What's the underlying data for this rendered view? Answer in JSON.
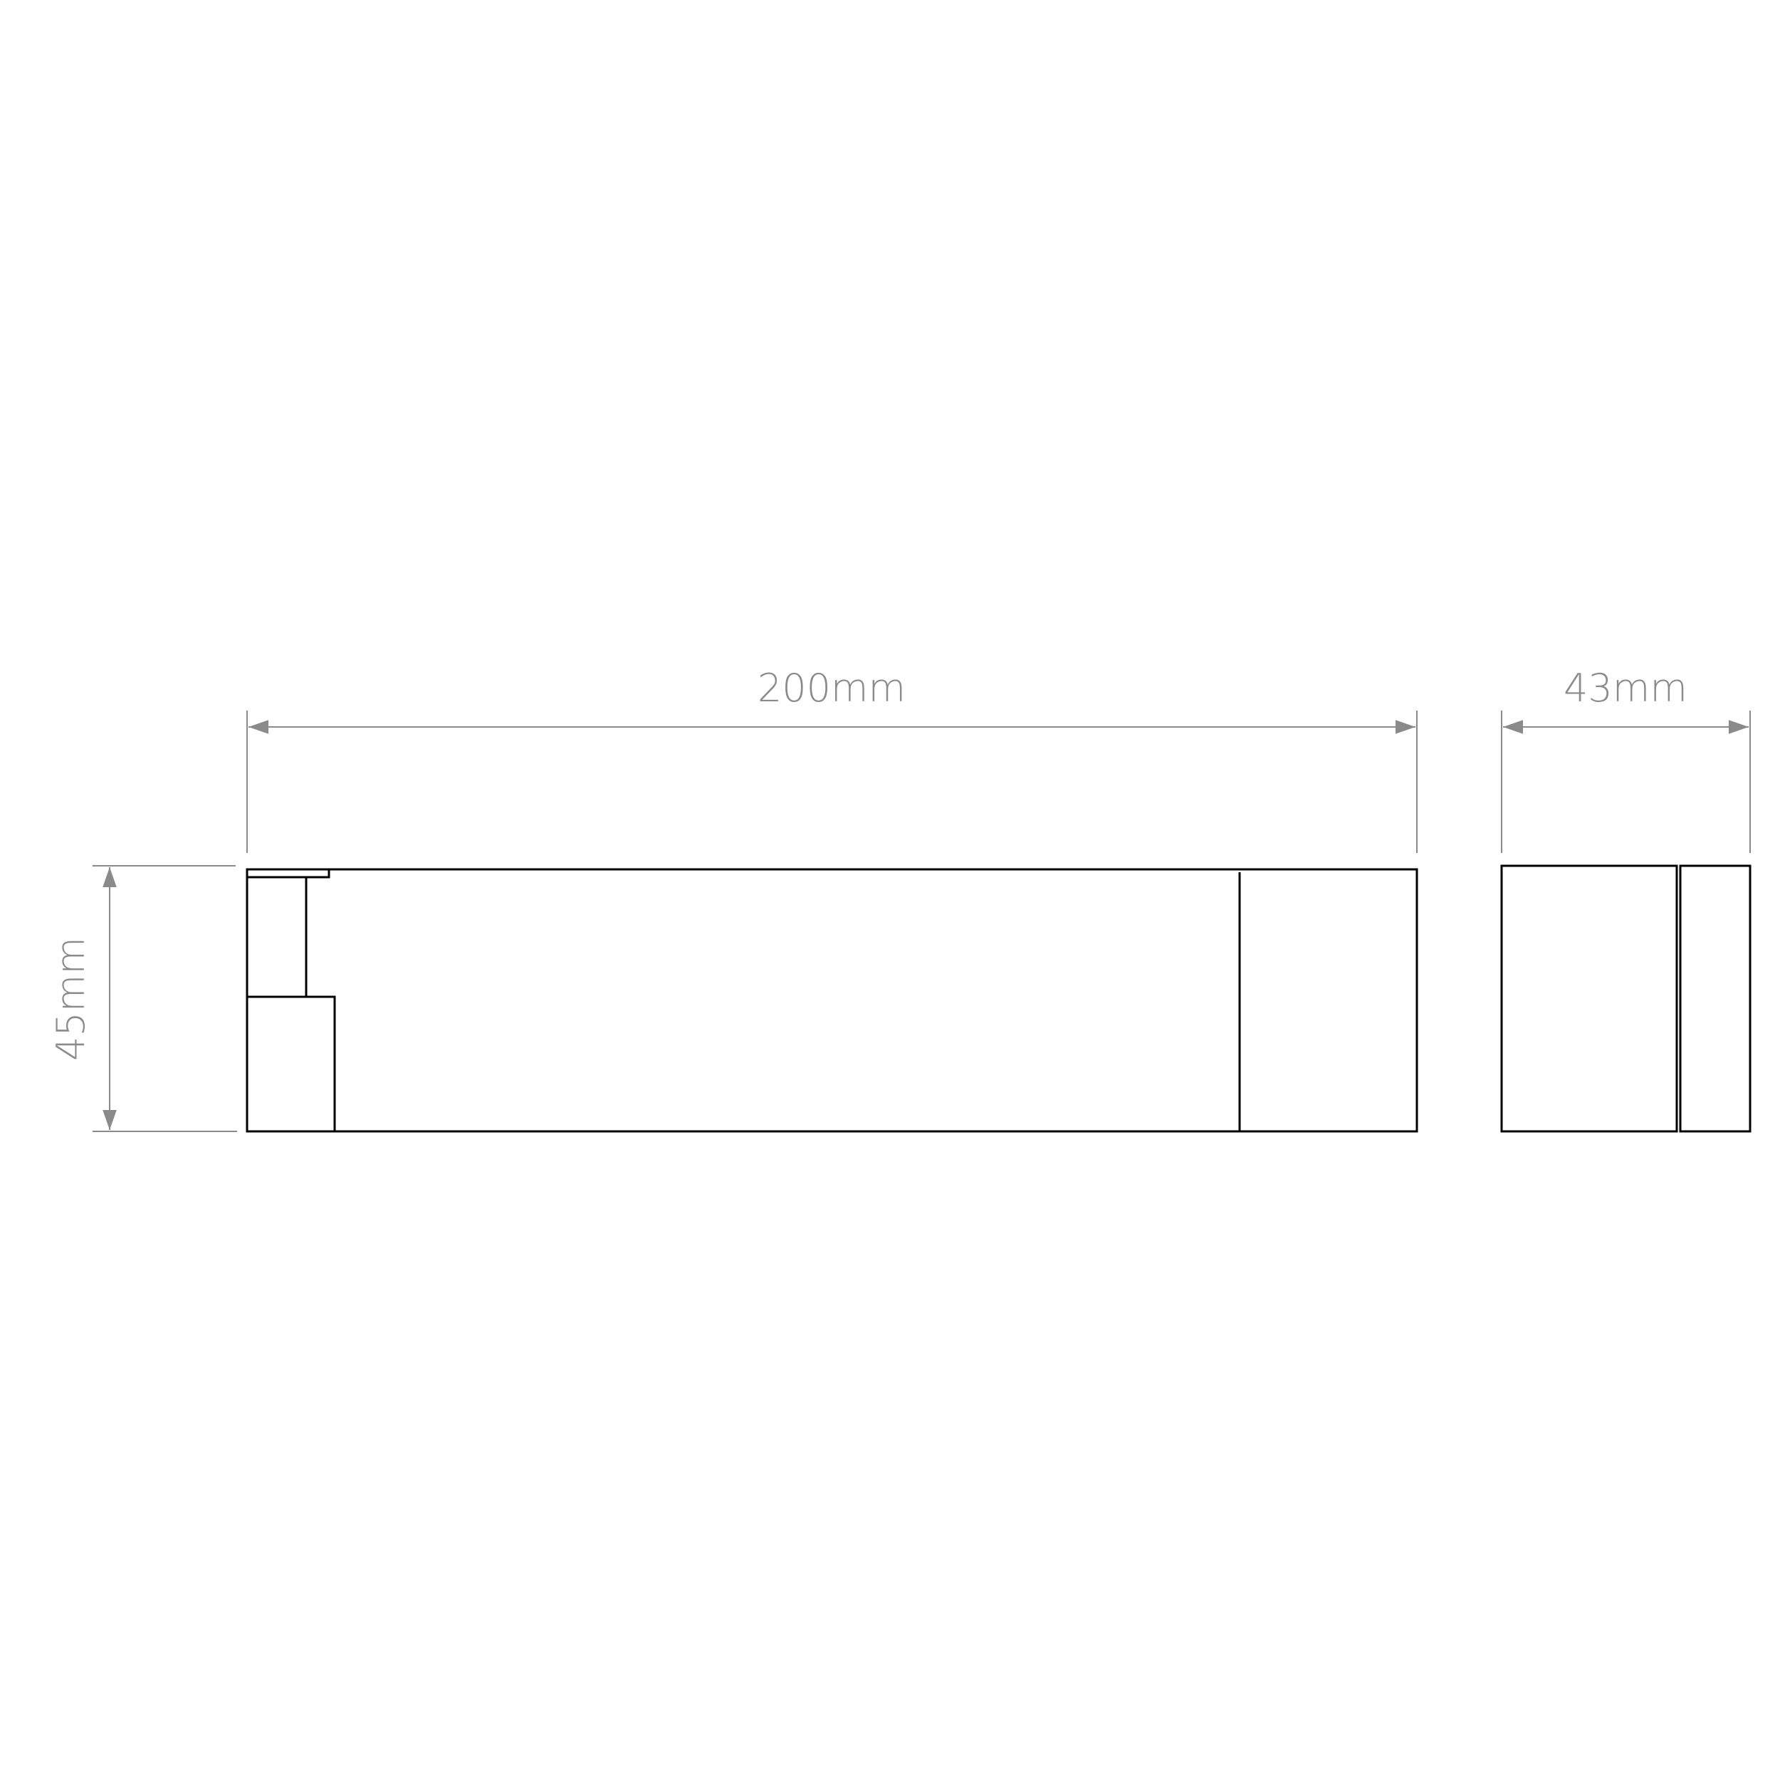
{
  "dimensions": {
    "length": "200mm",
    "width": "43mm",
    "height": "45mm"
  },
  "colors": {
    "outline": "#000000",
    "dimension": "#8a8a8a",
    "background": "#ffffff"
  }
}
